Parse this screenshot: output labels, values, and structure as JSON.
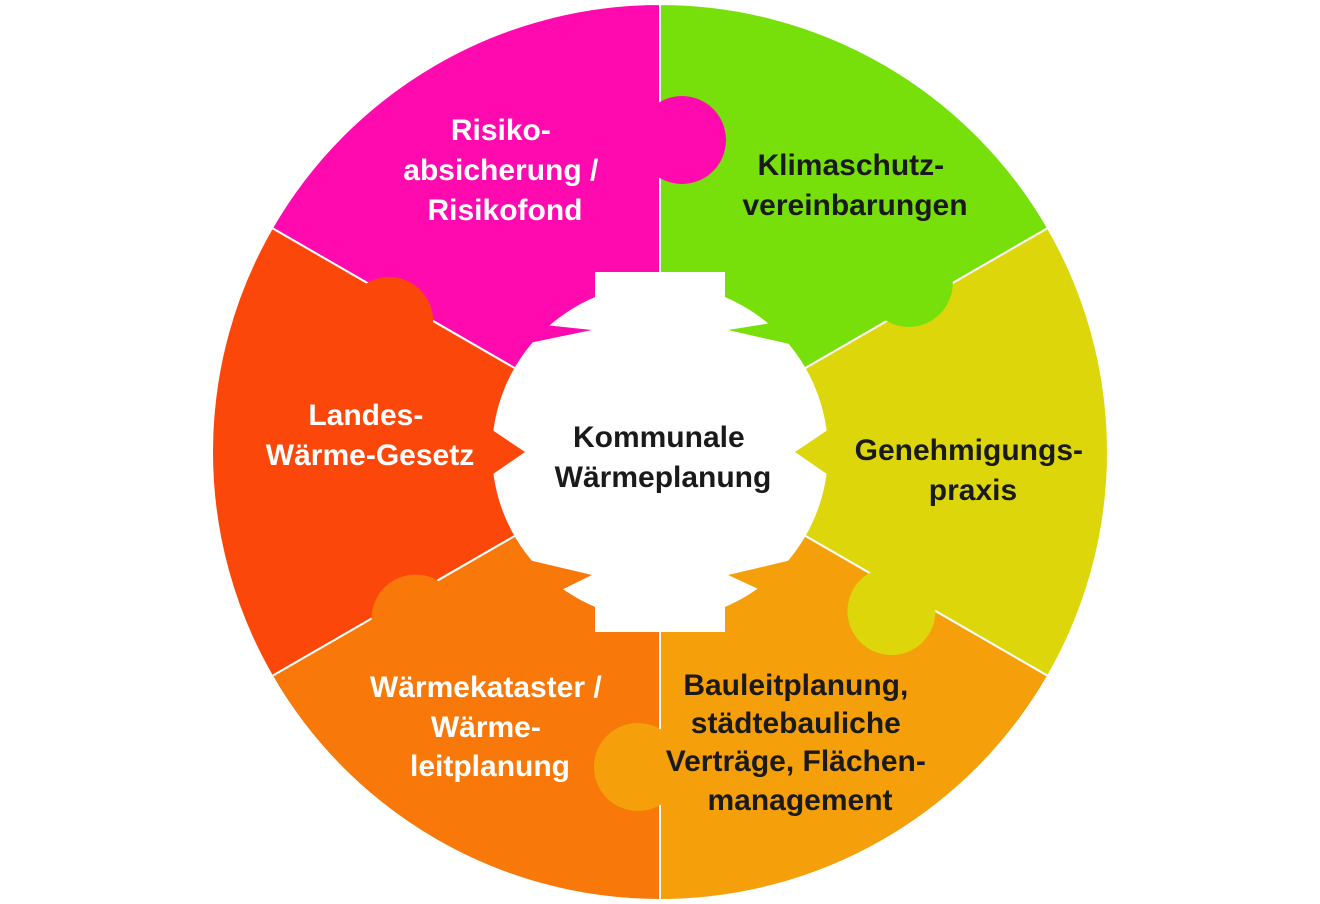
{
  "center": {
    "lines": [
      "Kommunale",
      "Wärmeplanung"
    ],
    "text_color": "#1a1a1a"
  },
  "segments": [
    {
      "id": "risiko",
      "lines": [
        "Risiko-",
        "absicherung /",
        "Risikofond"
      ],
      "color": "#FF0AAF",
      "text_color": "#ffffff"
    },
    {
      "id": "klimaschutz",
      "lines": [
        "Klimaschutz-",
        "vereinbarungen"
      ],
      "color": "#77E00A",
      "text_color": "#1a1a1a"
    },
    {
      "id": "genehmigung",
      "lines": [
        "Genehmigungs-",
        "praxis"
      ],
      "color": "#DDD60A",
      "text_color": "#1a1a1a"
    },
    {
      "id": "bauleitplanung",
      "lines": [
        "Bauleitplanung,",
        "städtebauliche",
        "Verträge, Flächen-",
        "management"
      ],
      "color": "#F5A00A",
      "text_color": "#1a1a1a"
    },
    {
      "id": "waermekataster",
      "lines": [
        "Wärmekataster /",
        "Wärme-",
        "leitplanung"
      ],
      "color": "#F8780A",
      "text_color": "#ffffff"
    },
    {
      "id": "landes",
      "lines": [
        "Landes-",
        "Wärme-Gesetz"
      ],
      "color": "#FB470A",
      "text_color": "#ffffff"
    }
  ]
}
